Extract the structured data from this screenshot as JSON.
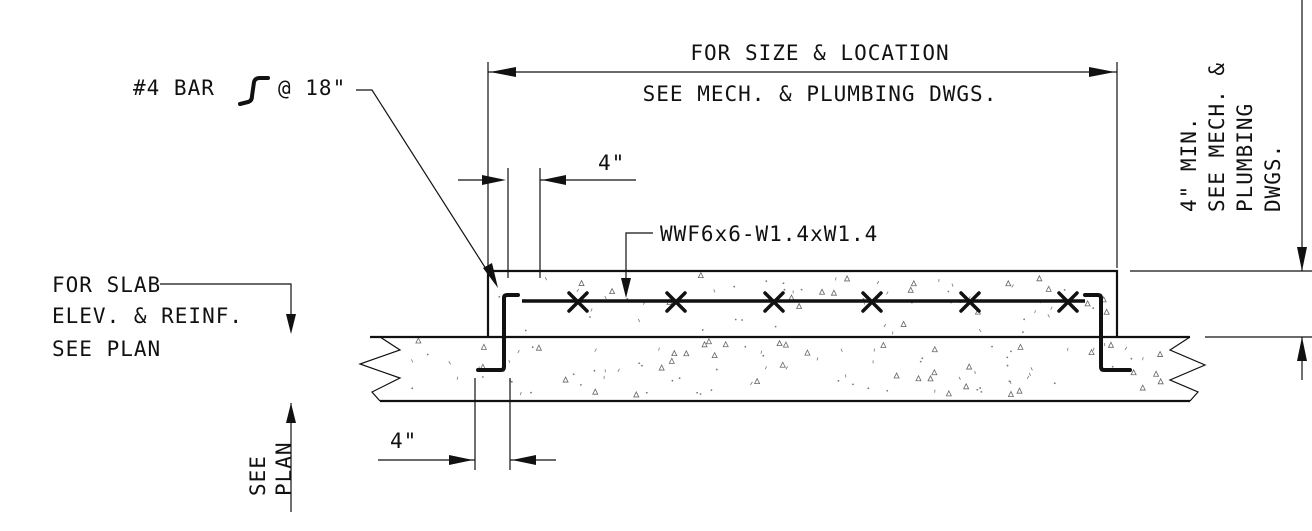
{
  "notes": {
    "bar_callout_prefix": "#4 BAR",
    "bar_callout_suffix": "@ 18\"",
    "size_location_line1": "FOR SIZE & LOCATION",
    "size_location_line2": "SEE MECH. & PLUMBING DWGS.",
    "mesh_label": "WWF6x6-W1.4xW1.4",
    "top_dim": "4\"",
    "bottom_dim": "4\"",
    "slab_note_line1": "FOR SLAB",
    "slab_note_line2": "ELEV. & REINF.",
    "slab_note_line3": "SEE PLAN",
    "see_plan_line1": "SEE",
    "see_plan_line2": "PLAN",
    "height_line1": "4\" MIN.",
    "height_line2": "SEE MECH. &",
    "height_line3": "PLUMBING",
    "height_line4": "DWGS."
  },
  "mesh_marks_count": 6
}
